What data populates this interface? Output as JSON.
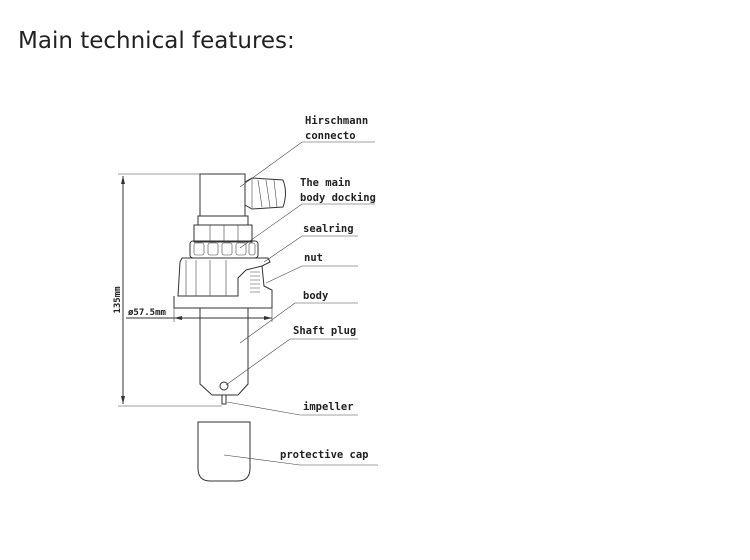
{
  "title": "Main technical features:",
  "diagram": {
    "dimensions": {
      "height": "135mm",
      "diameter": "ø57.5mm"
    },
    "labels": [
      {
        "lines": [
          "Hirschmann",
          "connecto"
        ]
      },
      {
        "lines": [
          "The main",
          "body docking"
        ]
      },
      {
        "lines": [
          "sealring"
        ]
      },
      {
        "lines": [
          "nut"
        ]
      },
      {
        "lines": [
          "body"
        ]
      },
      {
        "lines": [
          "Shaft plug"
        ]
      },
      {
        "lines": [
          "impeller"
        ]
      },
      {
        "lines": [
          "protective cap"
        ]
      }
    ]
  }
}
